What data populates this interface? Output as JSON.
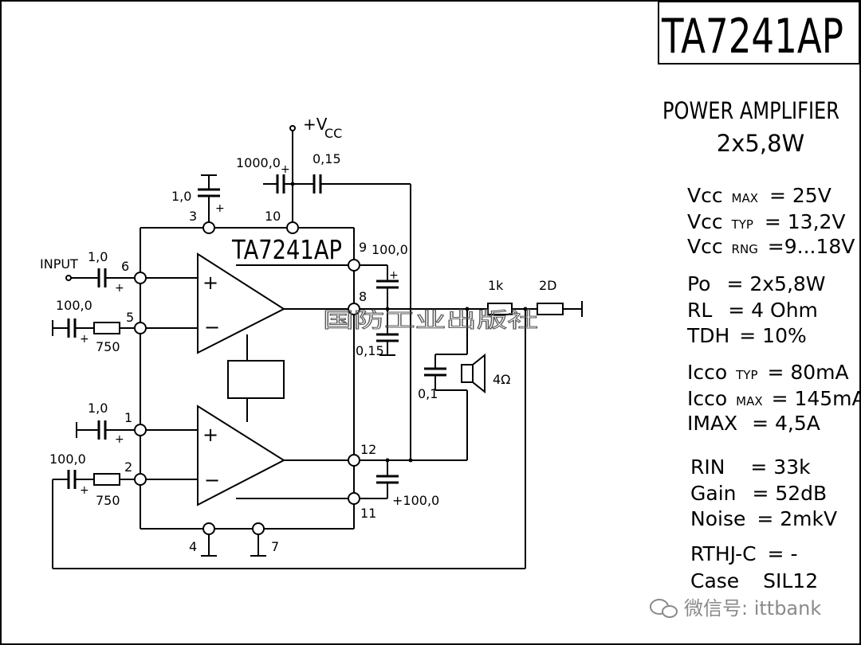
{
  "title_block": {
    "part_number": "TA7241AP"
  },
  "spec_panel": {
    "heading": "POWER AMPLIFIER",
    "subheading": "2x5,8W",
    "groups": [
      {
        "id": "supply",
        "items": [
          {
            "sym": "Vcc",
            "sub": "MAX",
            "val": "= 25V"
          },
          {
            "sym": "Vcc",
            "sub": "TYP",
            "val": "= 13,2V"
          },
          {
            "sym": "Vcc",
            "sub": "RNG",
            "val": "=9...18V"
          }
        ]
      },
      {
        "id": "output",
        "items": [
          {
            "sym": "Po",
            "sub": "",
            "val": "= 2x5,8W"
          },
          {
            "sym": "RL",
            "sub": "",
            "val": "= 4 Ohm"
          },
          {
            "sym": "TDH",
            "sub": "",
            "val": "= 10%"
          }
        ]
      },
      {
        "id": "current",
        "items": [
          {
            "sym": "Icco",
            "sub": "TYP",
            "val": "= 80mA"
          },
          {
            "sym": "Icco",
            "sub": "MAX",
            "val": "= 145mA"
          },
          {
            "sym": "IMAX",
            "sub": "",
            "val": "= 4,5A"
          }
        ]
      },
      {
        "id": "signal",
        "items": [
          {
            "sym": "RIN",
            "sub": "",
            "val": "= 33k"
          },
          {
            "sym": "Gain",
            "sub": "",
            "val": "= 52dB"
          },
          {
            "sym": "Noise",
            "sub": "",
            "val": "= 2mkV"
          }
        ]
      },
      {
        "id": "package",
        "items": [
          {
            "sym": "RTHJ-C",
            "sub": "",
            "val": "= -"
          },
          {
            "sym": "Case",
            "sub": "",
            "val": "SIL12"
          }
        ]
      }
    ]
  },
  "schematic": {
    "ic_label": "TA7241AP",
    "supply_label": "+V",
    "supply_sub": "CC",
    "input_label": "INPUT",
    "pins": {
      "p1": "1",
      "p2": "2",
      "p3": "3",
      "p4": "4",
      "p5": "5",
      "p6": "6",
      "p7": "7",
      "p8": "8",
      "p9": "9",
      "p10": "10",
      "p11": "11",
      "p12": "12"
    },
    "components": {
      "c_supply_elec": "1000,0",
      "c_supply_film": "0,15",
      "c_pin3": "1,0",
      "c_bootstrap_top": "100,0",
      "c_input_top": "1,0",
      "c_fb_top": "100,0",
      "r_fb_top": "750",
      "c_out_film": "0,15",
      "c_input_bot": "1,0",
      "c_fb_bot": "100,0",
      "r_fb_bot": "750",
      "c_bootstrap_bot": "+100,0",
      "c_zobel": "0,1",
      "speaker": "4Ω",
      "r_1k": "1k",
      "r_2d": "2D",
      "opamp_plus": "+",
      "opamp_minus": "−"
    },
    "watermark_cn": "国防工业出版社"
  },
  "footer": {
    "wechat": "微信号: ittbank"
  }
}
